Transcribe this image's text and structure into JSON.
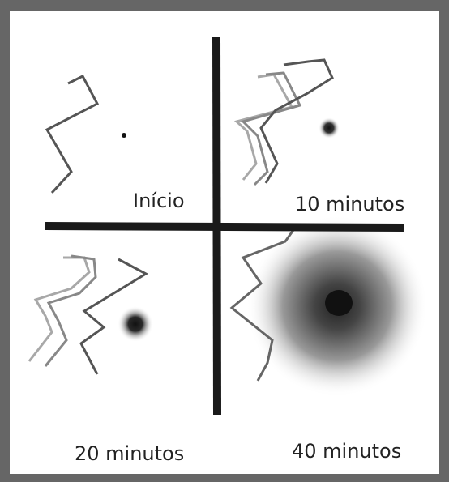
{
  "labels": {
    "q1": "Início",
    "q2": "10 minutos",
    "q3": "20 minutos",
    "q4": "40 minutos"
  },
  "colors": {
    "frame": "#666666",
    "panel": "#ffffff",
    "axis": "#1a1a1a",
    "path_dark": "#555555",
    "path_mid": "#888888",
    "path_light": "#a8a8a8",
    "spot": "#111111"
  }
}
